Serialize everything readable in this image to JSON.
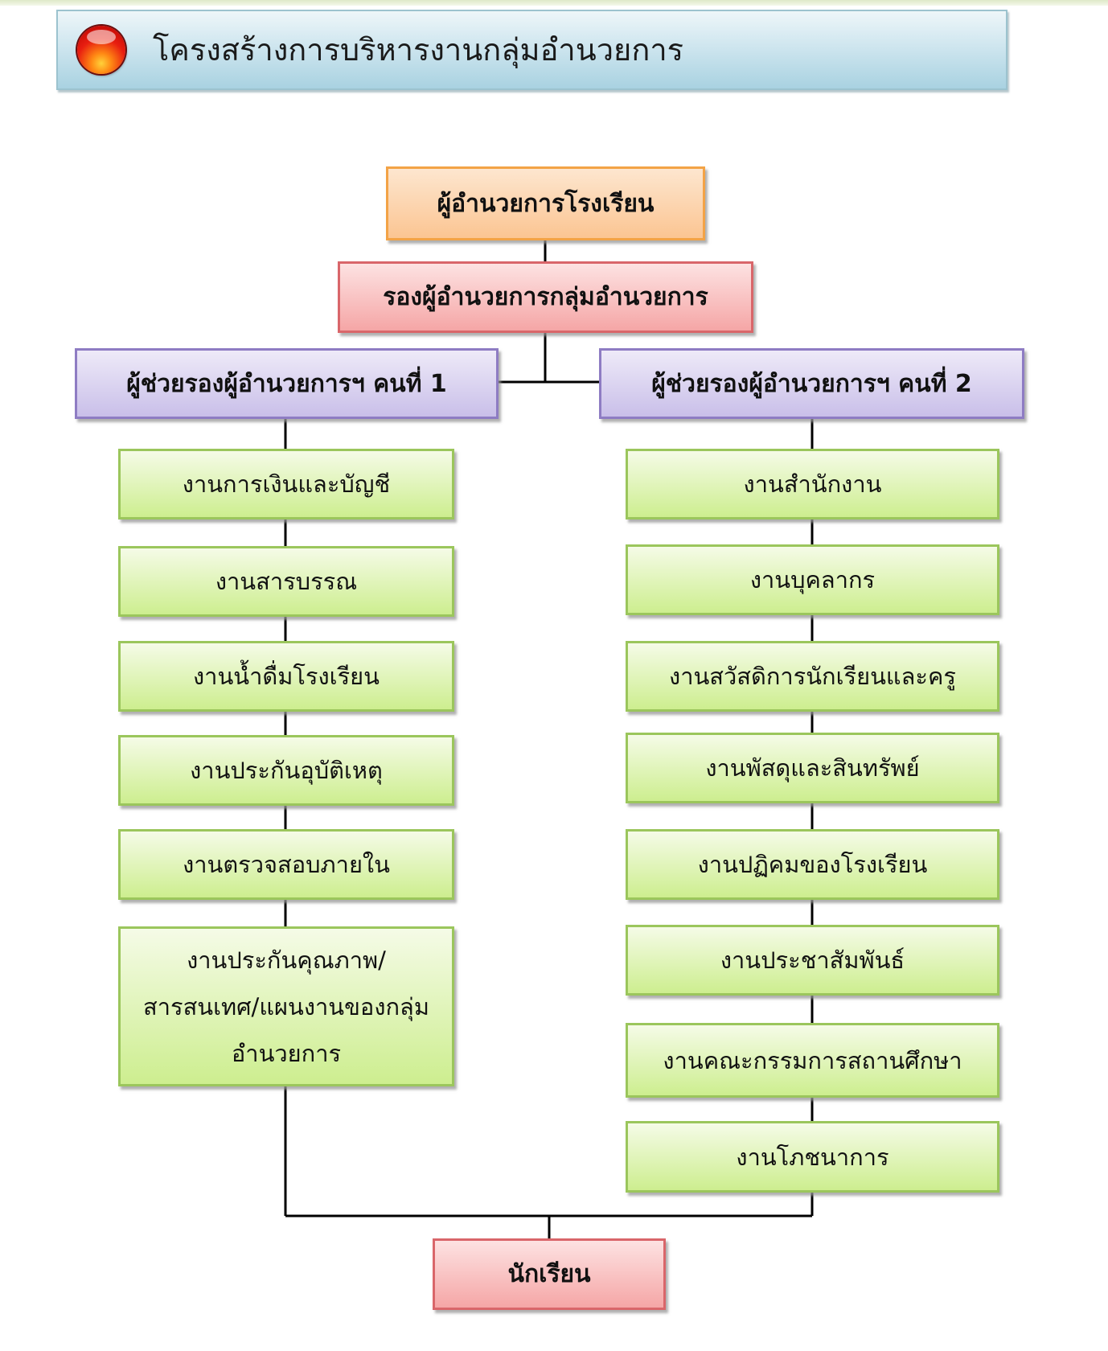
{
  "header": {
    "title": "โครงสร้างการบริหารงานกลุ่มอำนวยการ",
    "icon": "red-bullet-icon"
  },
  "chart": {
    "director": "ผู้อำนวยการโรงเรียน",
    "deputy": "รองผู้อำนวยการกลุ่มอำนวยการ",
    "assistant_1": "ผู้ช่วยรองผู้อำนวยการฯ คนที่ 1",
    "assistant_2": "ผู้ช่วยรองผู้อำนวยการฯ คนที่ 2",
    "left_tasks": [
      "งานการเงินและบัญชี",
      "งานสารบรรณ",
      "งานน้ำดื่มโรงเรียน",
      "งานประกันอุบัติเหตุ",
      "งานตรวจสอบภายใน"
    ],
    "left_multiline_task": [
      "งานประกันคุณภาพ/",
      "สารสนเทศ/แผนงานของกลุ่ม",
      "อำนวยการ"
    ],
    "right_tasks": [
      "งานสำนักงาน",
      "งานบุคลากร",
      "งานสวัสดิการนักเรียนและครู",
      "งานพัสดุและสินทรัพย์",
      "งานปฏิคมของโรงเรียน",
      "งานประชาสัมพันธ์",
      "งานคณะกรรมการสถานศึกษา",
      "งานโภชนาการ"
    ],
    "students": "นักเรียน"
  },
  "colors": {
    "director": "#fbc592",
    "deputy": "#f5a6a6",
    "assistant": "#c9bfe9",
    "task": "#cdee8f",
    "students": "#f5a6a6",
    "connector": "#000000"
  }
}
